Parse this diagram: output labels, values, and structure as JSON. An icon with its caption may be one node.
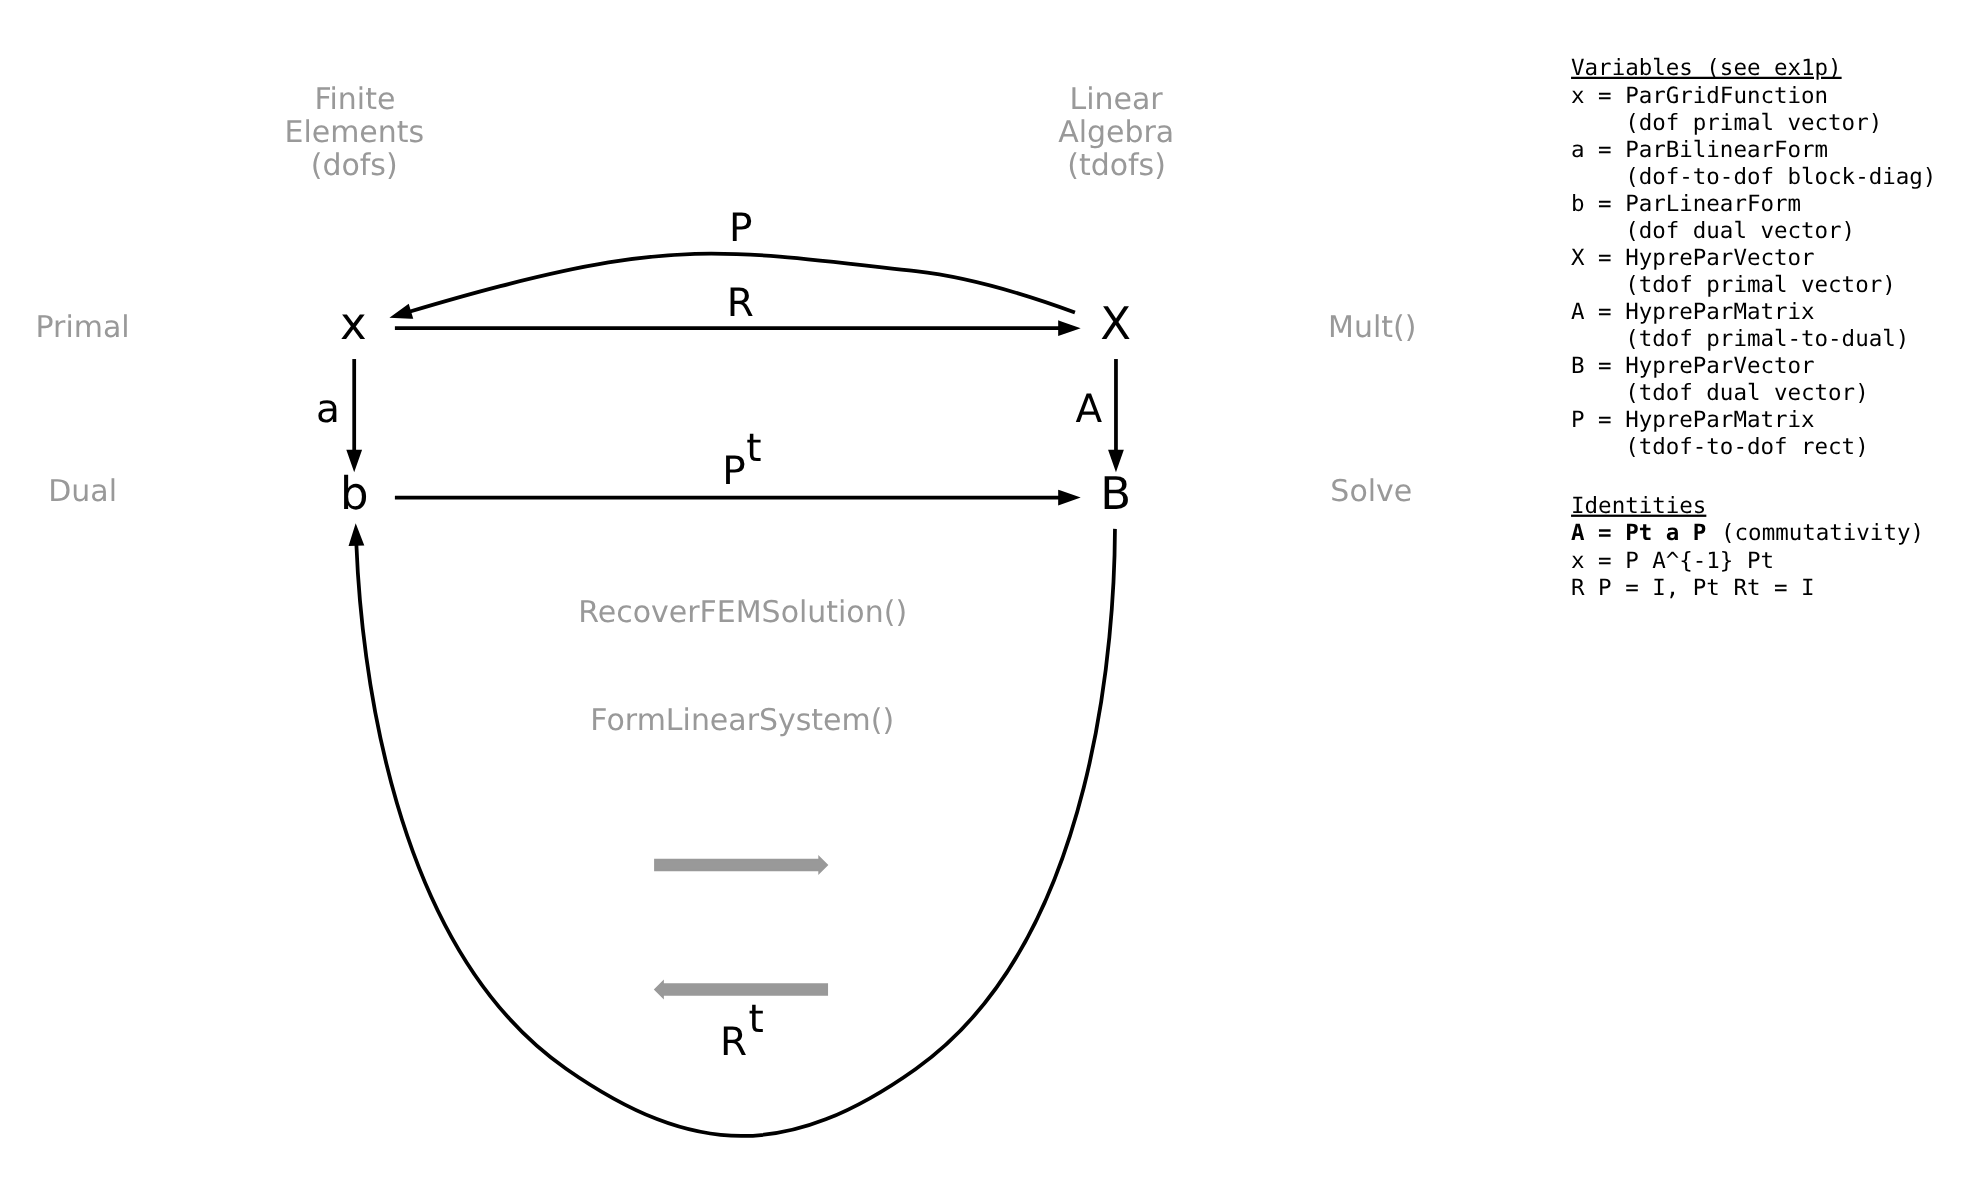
{
  "diagram": {
    "nodes": [
      {
        "text": [
          "x"
        ]
      },
      {
        "text": [
          "X"
        ]
      },
      {
        "text": [
          "b"
        ]
      },
      {
        "text": [
          "B"
        ]
      }
    ],
    "edges": [
      {
        "from": 1,
        "to": 0,
        "arrow": "to",
        "label": "P"
      },
      {
        "from": 0,
        "to": 1,
        "arrow": "to",
        "label": "R"
      },
      {
        "from": 0,
        "to": 2,
        "arrow": "to",
        "label": "a"
      },
      {
        "from": 1,
        "to": 3,
        "arrow": "to",
        "label": "A"
      },
      {
        "from": 3,
        "to": 2,
        "arrow": "to",
        "label": "R$^{t}$"
      },
      {
        "from": 2,
        "to": 3,
        "arrow": "to",
        "label": "P$^{t}$"
      }
    ],
    "labels": [
      "Finite Elements (dofs)",
      "Linear Algebra (tdofs)",
      "Primal",
      "Dual",
      "Mult()",
      "Solve",
      "FormLinearSystem()",
      "RecoverFEMSolution()",
      "Variables (see ex1p)",
      "x = ParGridFunction",
      "(dof primal vector)",
      "a = ParBilinearForm",
      "(dof-to-dof block-diag)",
      "b = ParLinearForm",
      "(dof dual vector)",
      "X = HypreParVector",
      "(tdof primal vector)",
      "A = HypreParMatrix",
      "(tdof primal-to-dual)",
      "B = HypreParVector",
      "(tdof dual vector)",
      "P = HypreParMatrix",
      "(tdof-to-dof rect)",
      "Identities",
      "**A = Pt a P** (commutativity)",
      "x = P A^{-1} Pt",
      "R P = I, Pt Rt = I"
    ]
  }
}
